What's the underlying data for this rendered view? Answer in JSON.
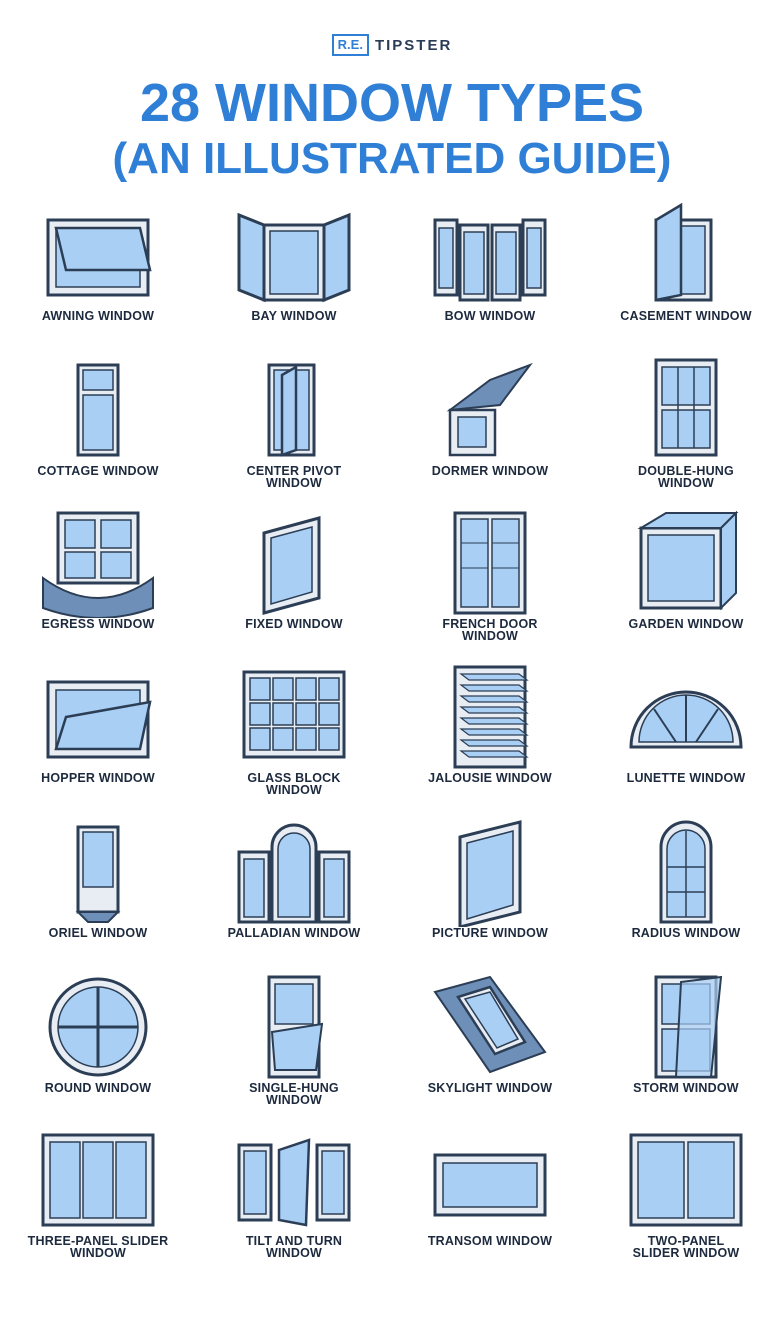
{
  "brand": {
    "box": "R.E.",
    "text": "TIPSTER"
  },
  "title": {
    "line1": "28 WINDOW TYPES",
    "line2": "(AN ILLUSTRATED GUIDE)"
  },
  "colors": {
    "accent": "#2f7fd6",
    "frame": "#2c3e55",
    "glass": "#a9cff5",
    "frame_light": "#e8edf3"
  },
  "windows": [
    {
      "label": "AWNING WINDOW",
      "icon": "awning-window-icon"
    },
    {
      "label": "BAY WINDOW",
      "icon": "bay-window-icon"
    },
    {
      "label": "BOW WINDOW",
      "icon": "bow-window-icon"
    },
    {
      "label": "CASEMENT WINDOW",
      "icon": "casement-window-icon"
    },
    {
      "label": "COTTAGE WINDOW",
      "icon": "cottage-window-icon"
    },
    {
      "label": "CENTER PIVOT\nWINDOW",
      "icon": "center-pivot-window-icon"
    },
    {
      "label": "DORMER WINDOW",
      "icon": "dormer-window-icon"
    },
    {
      "label": "DOUBLE-HUNG\nWINDOW",
      "icon": "double-hung-window-icon"
    },
    {
      "label": "EGRESS WINDOW",
      "icon": "egress-window-icon"
    },
    {
      "label": "FIXED WINDOW",
      "icon": "fixed-window-icon"
    },
    {
      "label": "FRENCH DOOR\nWINDOW",
      "icon": "french-door-window-icon"
    },
    {
      "label": "GARDEN WINDOW",
      "icon": "garden-window-icon"
    },
    {
      "label": "HOPPER WINDOW",
      "icon": "hopper-window-icon"
    },
    {
      "label": "GLASS BLOCK\nWINDOW",
      "icon": "glass-block-window-icon"
    },
    {
      "label": "JALOUSIE WINDOW",
      "icon": "jalousie-window-icon"
    },
    {
      "label": "LUNETTE WINDOW",
      "icon": "lunette-window-icon"
    },
    {
      "label": "ORIEL WINDOW",
      "icon": "oriel-window-icon"
    },
    {
      "label": "PALLADIAN WINDOW",
      "icon": "palladian-window-icon"
    },
    {
      "label": "PICTURE WINDOW",
      "icon": "picture-window-icon"
    },
    {
      "label": "RADIUS WINDOW",
      "icon": "radius-window-icon"
    },
    {
      "label": "ROUND WINDOW",
      "icon": "round-window-icon"
    },
    {
      "label": "SINGLE-HUNG\nWINDOW",
      "icon": "single-hung-window-icon"
    },
    {
      "label": "SKYLIGHT WINDOW",
      "icon": "skylight-window-icon"
    },
    {
      "label": "STORM WINDOW",
      "icon": "storm-window-icon"
    },
    {
      "label": "THREE-PANEL SLIDER\nWINDOW",
      "icon": "three-panel-slider-window-icon"
    },
    {
      "label": "TILT AND TURN\nWINDOW",
      "icon": "tilt-and-turn-window-icon"
    },
    {
      "label": "TRANSOM WINDOW",
      "icon": "transom-window-icon"
    },
    {
      "label": "TWO-PANEL\nSLIDER WINDOW",
      "icon": "two-panel-slider-window-icon"
    }
  ]
}
